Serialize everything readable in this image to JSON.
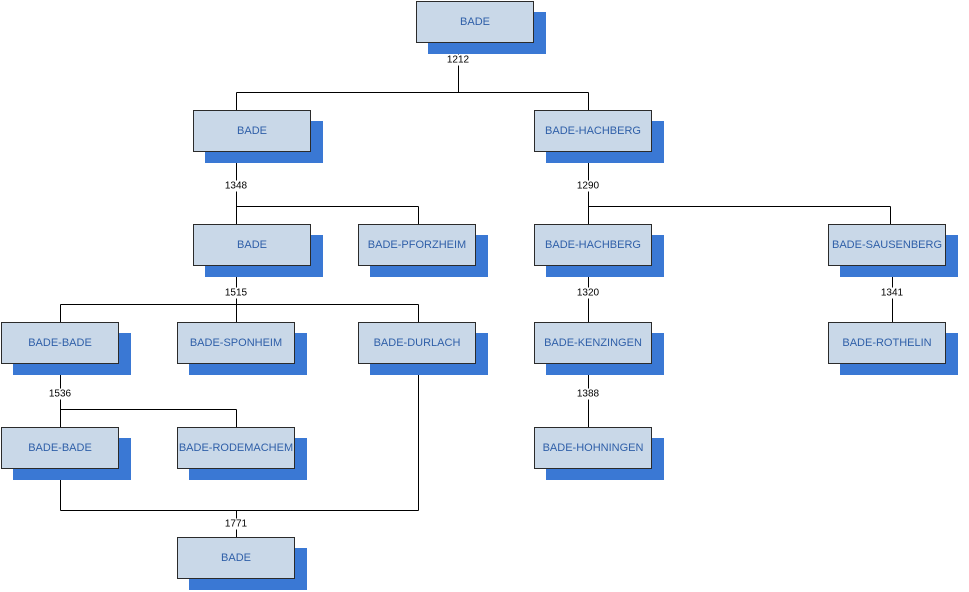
{
  "colors": {
    "box_fill": "#c9d8e8",
    "shadow": "#3a78d4",
    "text": "#2f5fa8",
    "line": "#000000"
  },
  "nodes": [
    {
      "id": "n0",
      "label": "BADE"
    },
    {
      "id": "n1",
      "label": "BADE"
    },
    {
      "id": "n2",
      "label": "BADE-HACHBERG"
    },
    {
      "id": "n3",
      "label": "BADE"
    },
    {
      "id": "n4",
      "label": "BADE-PFORZHEIM"
    },
    {
      "id": "n5",
      "label": "BADE-HACHBERG"
    },
    {
      "id": "n6",
      "label": "BADE-SAUSENBERG"
    },
    {
      "id": "n7",
      "label": "BADE-BADE"
    },
    {
      "id": "n8",
      "label": "BADE-SPONHEIM"
    },
    {
      "id": "n9",
      "label": "BADE-DURLACH"
    },
    {
      "id": "n10",
      "label": "BADE-KENZINGEN"
    },
    {
      "id": "n11",
      "label": "BADE-ROTHELIN"
    },
    {
      "id": "n12",
      "label": "BADE-BADE"
    },
    {
      "id": "n13",
      "label": "BADE-RODEMACHEM"
    },
    {
      "id": "n14",
      "label": "BADE-HOHNINGEN"
    },
    {
      "id": "n15",
      "label": "BADE"
    }
  ],
  "years": [
    {
      "id": "y1212",
      "label": "1212"
    },
    {
      "id": "y1348",
      "label": "1348"
    },
    {
      "id": "y1290",
      "label": "1290"
    },
    {
      "id": "y1515",
      "label": "1515"
    },
    {
      "id": "y1320",
      "label": "1320"
    },
    {
      "id": "y1341",
      "label": "1341"
    },
    {
      "id": "y1536",
      "label": "1536"
    },
    {
      "id": "y1388",
      "label": "1388"
    },
    {
      "id": "y1771",
      "label": "1771"
    }
  ]
}
